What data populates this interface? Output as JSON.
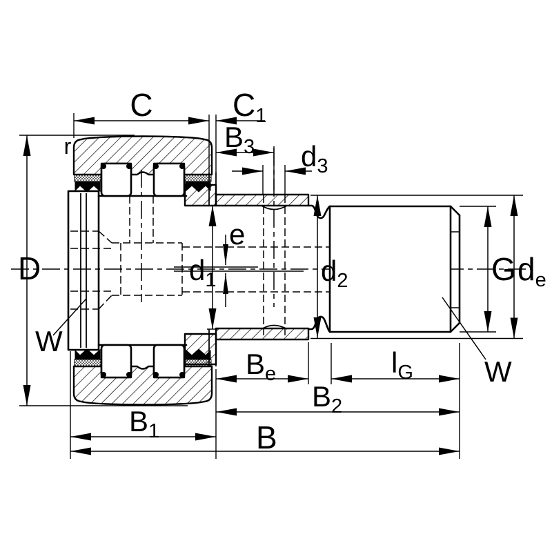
{
  "drawing": {
    "description": "Cross-section technical drawing of a stud-type track roller cam follower bearing with threaded stud, hex sockets and dimension annotations",
    "labels": {
      "C": {
        "main": "C",
        "sub": ""
      },
      "C1": {
        "main": "C",
        "sub": "1"
      },
      "B3": {
        "main": "B",
        "sub": "3"
      },
      "d3": {
        "main": "d",
        "sub": "3"
      },
      "r": {
        "main": "r",
        "sub": ""
      },
      "D": {
        "main": "D",
        "sub": ""
      },
      "W_left": {
        "main": "W",
        "sub": ""
      },
      "d1": {
        "main": "d",
        "sub": "1"
      },
      "e": {
        "main": "e",
        "sub": ""
      },
      "d2": {
        "main": "d",
        "sub": "2"
      },
      "G": {
        "main": "G",
        "sub": ""
      },
      "de": {
        "main": "d",
        "sub": "e"
      },
      "W_right": {
        "main": "W",
        "sub": ""
      },
      "Be": {
        "main": "B",
        "sub": "e"
      },
      "lG": {
        "main": "l",
        "sub": "G"
      },
      "B2": {
        "main": "B",
        "sub": "2"
      },
      "B1": {
        "main": "B",
        "sub": "1"
      },
      "B": {
        "main": "B",
        "sub": ""
      }
    },
    "colors": {
      "line": "#000000",
      "background": "#ffffff"
    }
  }
}
